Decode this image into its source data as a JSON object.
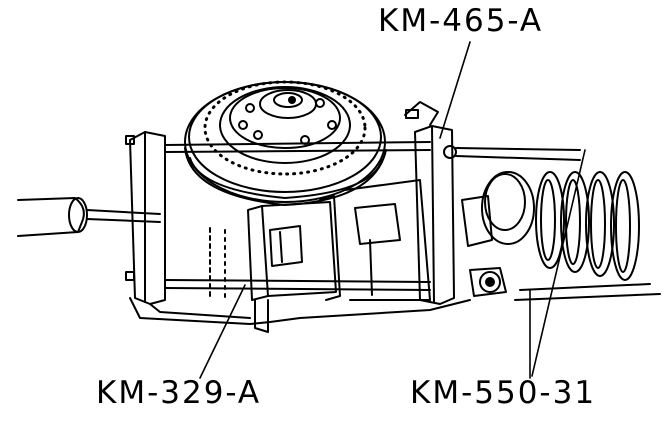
{
  "labels": {
    "top_tool": "KM-465-A",
    "bottom_left_tool": "KM-329-A",
    "bottom_right_tool": "KM-550-31"
  },
  "colors": {
    "ink": "#000000",
    "paper": "#ffffff"
  }
}
